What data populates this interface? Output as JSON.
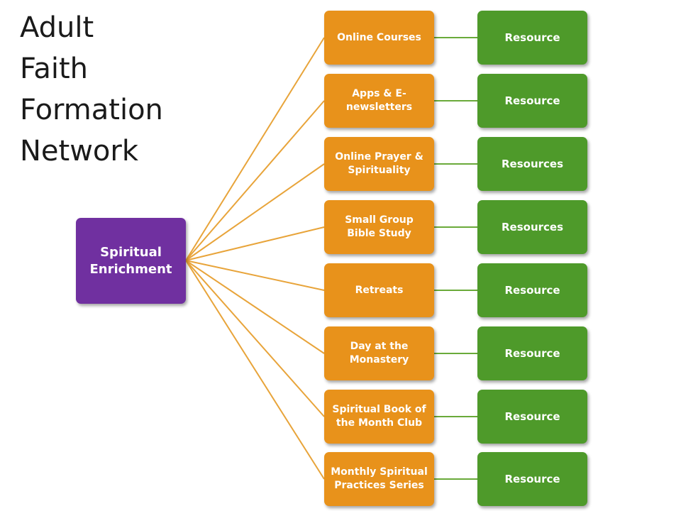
{
  "title_lines": [
    "Adult",
    "Faith",
    "Formation",
    "Network"
  ],
  "root": {
    "label": "Spiritual Enrichment"
  },
  "topics": [
    {
      "label": "Online Courses",
      "resource": "Resource"
    },
    {
      "label": "Apps & E-newsletters",
      "resource": "Resource"
    },
    {
      "label": "Online Prayer & Spirituality",
      "resource": "Resources"
    },
    {
      "label": "Small Group Bible Study",
      "resource": "Resources"
    },
    {
      "label": "Retreats",
      "resource": "Resource"
    },
    {
      "label": "Day at the Monastery",
      "resource": "Resource"
    },
    {
      "label": "Spiritual Book of the Month Club",
      "resource": "Resource"
    },
    {
      "label": "Monthly Spiritual Practices Series",
      "resource": "Resource"
    }
  ],
  "colors": {
    "root_fill": "#7030a0",
    "topic_fill": "#e8921b",
    "resource_fill": "#4e9a2a",
    "topic_connector": "#e8a43a",
    "resource_connector": "#6aaa3a"
  }
}
